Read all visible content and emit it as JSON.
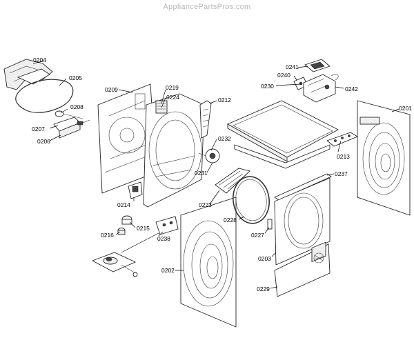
{
  "watermark": "AppliancePartsPros.com",
  "callouts": {
    "c0204": "0204",
    "c0205": "0205",
    "c0208": "0208",
    "c0207": "0207",
    "c0206": "0206",
    "c0209": "0209",
    "c0219": "0219",
    "c0224": "0224",
    "c0212": "0212",
    "c0232": "0232",
    "c0231": "0231",
    "c0214": "0214",
    "c0223": "0223",
    "c0215": "0215",
    "c0216": "0216",
    "c0238": "0238",
    "c0202": "0202",
    "c0228": "0228",
    "c0227": "0227",
    "c0203": "0203",
    "c0229": "0229",
    "c0241": "0241",
    "c0240": "0240",
    "c0230": "0230",
    "c0242": "0242",
    "c0201": "0201",
    "c0213": "0213",
    "c0237": "0237"
  }
}
